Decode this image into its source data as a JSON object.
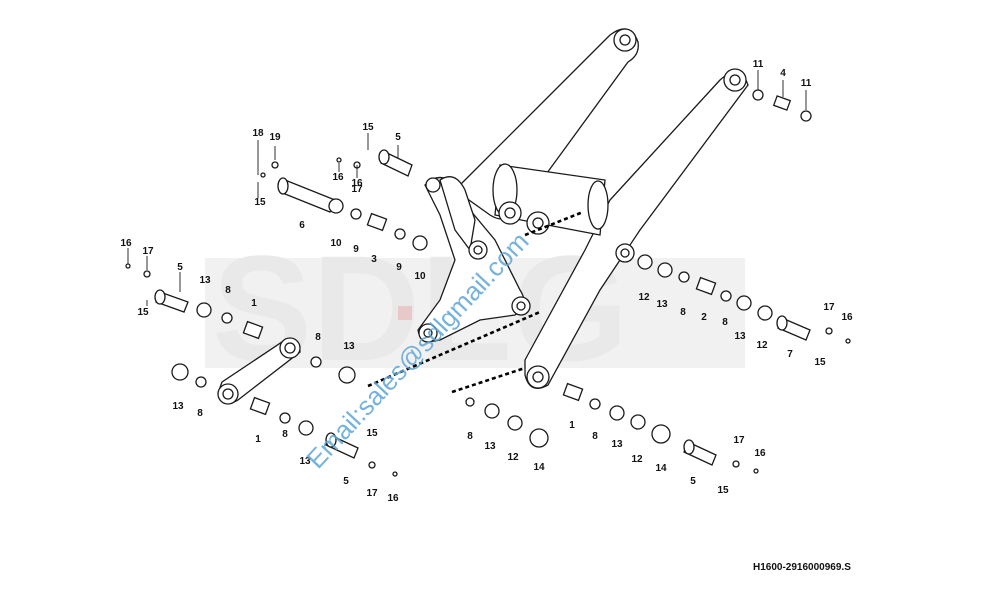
{
  "diagram": {
    "drawing_code": "H1600-2916000969.S",
    "watermark_logo_text": "SDLG",
    "watermark_email": "Email:sales@sdlgmail.com",
    "callouts": [
      {
        "label": "11"
      },
      {
        "label": "4"
      },
      {
        "label": "11"
      },
      {
        "label": "18"
      },
      {
        "label": "19"
      },
      {
        "label": "16"
      },
      {
        "label": "15"
      },
      {
        "label": "6"
      },
      {
        "label": "15"
      },
      {
        "label": "5"
      },
      {
        "label": "16"
      },
      {
        "label": "17"
      },
      {
        "label": "10"
      },
      {
        "label": "9"
      },
      {
        "label": "3"
      },
      {
        "label": "9"
      },
      {
        "label": "10"
      },
      {
        "label": "16"
      },
      {
        "label": "17"
      },
      {
        "label": "5"
      },
      {
        "label": "15"
      },
      {
        "label": "13"
      },
      {
        "label": "8"
      },
      {
        "label": "1"
      },
      {
        "label": "8"
      },
      {
        "label": "13"
      },
      {
        "label": "13"
      },
      {
        "label": "8"
      },
      {
        "label": "1"
      },
      {
        "label": "8"
      },
      {
        "label": "13"
      },
      {
        "label": "15"
      },
      {
        "label": "5"
      },
      {
        "label": "17"
      },
      {
        "label": "16"
      },
      {
        "label": "12"
      },
      {
        "label": "13"
      },
      {
        "label": "8"
      },
      {
        "label": "2"
      },
      {
        "label": "8"
      },
      {
        "label": "13"
      },
      {
        "label": "12"
      },
      {
        "label": "17"
      },
      {
        "label": "16"
      },
      {
        "label": "7"
      },
      {
        "label": "15"
      },
      {
        "label": "8"
      },
      {
        "label": "13"
      },
      {
        "label": "12"
      },
      {
        "label": "14"
      },
      {
        "label": "1"
      },
      {
        "label": "8"
      },
      {
        "label": "13"
      },
      {
        "label": "12"
      },
      {
        "label": "14"
      },
      {
        "label": "17"
      },
      {
        "label": "16"
      },
      {
        "label": "5"
      },
      {
        "label": "15"
      }
    ]
  }
}
